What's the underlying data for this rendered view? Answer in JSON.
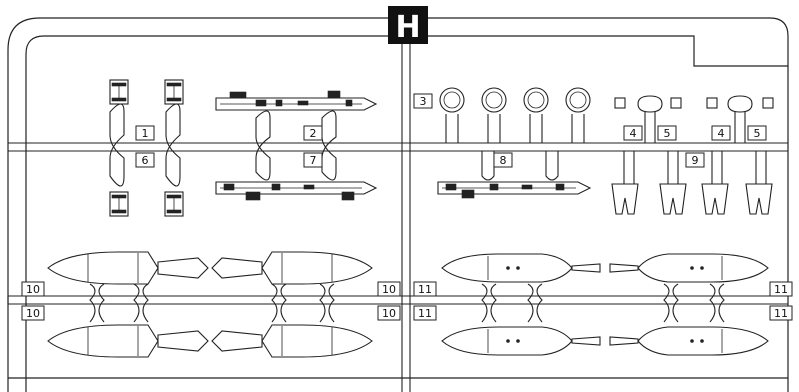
{
  "sprue": {
    "letter": "H",
    "letter_color": "#ffffff",
    "letter_bg": "#111111"
  },
  "part_numbers": {
    "p1": "1",
    "p2": "2",
    "p3": "3",
    "p4a": "4",
    "p4b": "4",
    "p5a": "5",
    "p5b": "5",
    "p6": "6",
    "p7": "7",
    "p8": "8",
    "p9": "9",
    "p10a": "10",
    "p10b": "10",
    "p10c": "10",
    "p10d": "10",
    "p11a": "11",
    "p11b": "11",
    "p11c": "11",
    "p11d": "11"
  },
  "colors": {
    "line": "#222222",
    "background": "#ffffff"
  }
}
